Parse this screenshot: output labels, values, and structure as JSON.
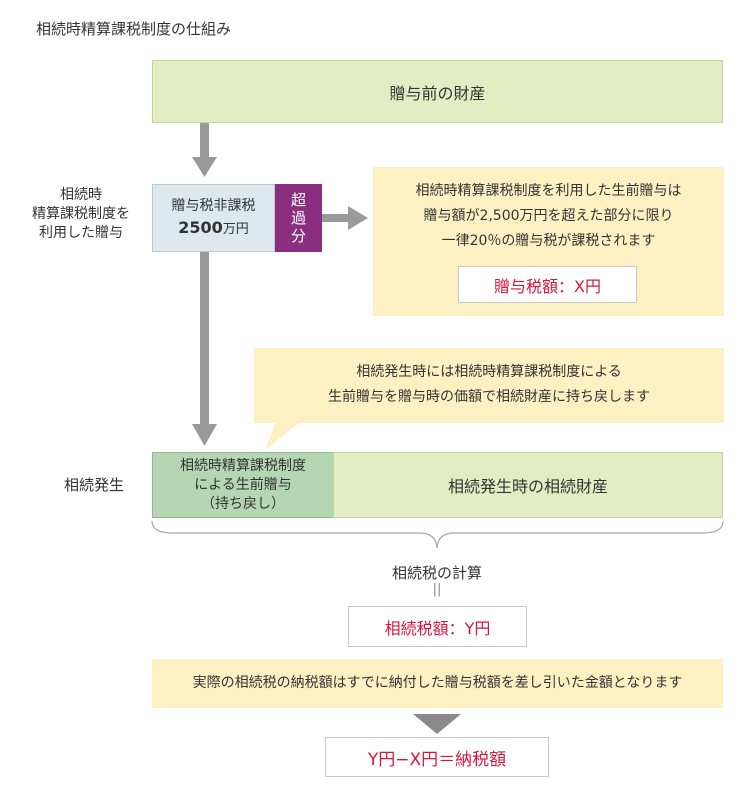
{
  "title": "相続時精算課税制度の仕組み",
  "before_assets": "贈与前の財産",
  "left_label": {
    "line1": "相続時",
    "line2": "精算課税制度を",
    "line3": "利用した贈与"
  },
  "gift_exempt": {
    "line1": "贈与税非課税",
    "amount": "2500",
    "unit": "万円"
  },
  "excess": {
    "c1": "超",
    "c2": "過",
    "c3": "分"
  },
  "note1": {
    "line1": "相続時精算課税制度を利用した生前贈与は",
    "line2": "贈与額が2,500万円を超えた部分に限り",
    "line3": "一律20％の贈与税が課税されます"
  },
  "gift_tax": "贈与税額：X円",
  "note2": {
    "line1": "相続発生時には相続時精算課税制度による",
    "line2": "生前贈与を贈与時の価額で相続財産に持ち戻します"
  },
  "inheritance_label": "相続発生",
  "preheir": {
    "line1": "相続時精算課税制度",
    "line2": "による生前贈与",
    "line3": "（持ち戻し）"
  },
  "at_inheritance": "相続発生時の相続財産",
  "calc_label": "相続税の計算",
  "equal_sign": "||",
  "inherit_tax": "相続税額：Y円",
  "note3": "実際の相続税の納税額はすでに納付した贈与税額を差し引いた金額となります",
  "final": "Y円−X円＝納税額",
  "colors": {
    "green_light": "#e3edc4",
    "green_mid": "#b5d6b2",
    "blue_light": "#dde8ef",
    "purple": "#8c2e80",
    "yellow_note": "#fdf1c3",
    "red_text": "#d3183b",
    "arrow_gray": "#9a9a9a"
  }
}
